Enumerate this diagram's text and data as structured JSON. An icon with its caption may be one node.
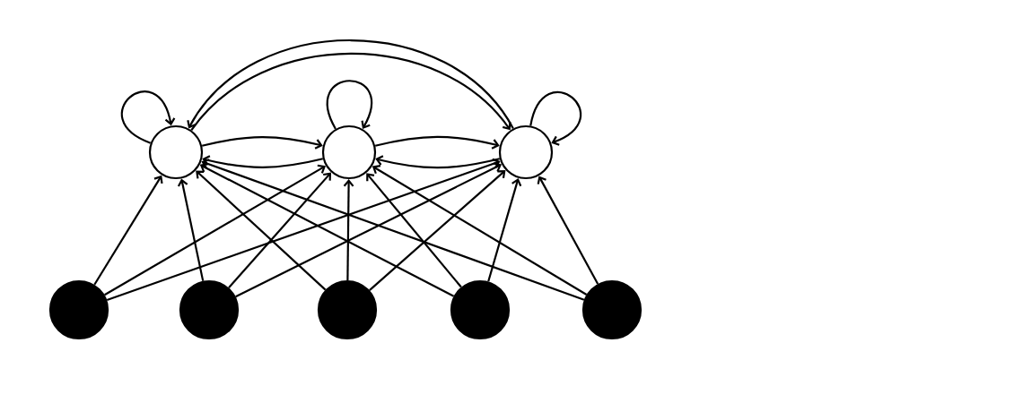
{
  "diagram": {
    "nodes": [
      {
        "text": [],
        "shape": "circle"
      },
      {
        "text": [],
        "shape": "circle"
      },
      {
        "text": [],
        "shape": "circle"
      },
      {
        "text": [],
        "shape": "circle"
      },
      {
        "text": [],
        "shape": "circle"
      },
      {
        "text": [],
        "shape": "circle"
      },
      {
        "text": [],
        "shape": "circle"
      },
      {
        "text": [],
        "shape": "circle"
      }
    ],
    "edges": [
      {
        "from": 0,
        "to": 0,
        "arrow": "to"
      },
      {
        "from": 1,
        "to": 1,
        "arrow": "to"
      },
      {
        "from": 2,
        "to": 2,
        "arrow": "to"
      },
      {
        "from": 0,
        "to": 1,
        "arrow": "to"
      },
      {
        "from": 1,
        "to": 0,
        "arrow": "to"
      },
      {
        "from": 1,
        "to": 2,
        "arrow": "to"
      },
      {
        "from": 2,
        "to": 1,
        "arrow": "to"
      },
      {
        "from": 0,
        "to": 2,
        "arrow": "to"
      },
      {
        "from": 2,
        "to": 0,
        "arrow": "to"
      },
      {
        "from": 3,
        "to": 0,
        "arrow": "to"
      },
      {
        "from": 3,
        "to": 1,
        "arrow": "to"
      },
      {
        "from": 3,
        "to": 2,
        "arrow": "to"
      },
      {
        "from": 4,
        "to": 0,
        "arrow": "to"
      },
      {
        "from": 4,
        "to": 1,
        "arrow": "to"
      },
      {
        "from": 4,
        "to": 2,
        "arrow": "to"
      },
      {
        "from": 5,
        "to": 0,
        "arrow": "to"
      },
      {
        "from": 5,
        "to": 1,
        "arrow": "to"
      },
      {
        "from": 5,
        "to": 2,
        "arrow": "to"
      },
      {
        "from": 6,
        "to": 0,
        "arrow": "to"
      },
      {
        "from": 6,
        "to": 1,
        "arrow": "to"
      },
      {
        "from": 6,
        "to": 2,
        "arrow": "to"
      },
      {
        "from": 7,
        "to": 0,
        "arrow": "to"
      },
      {
        "from": 7,
        "to": 1,
        "arrow": "to"
      },
      {
        "from": 7,
        "to": 2,
        "arrow": "to"
      }
    ]
  }
}
